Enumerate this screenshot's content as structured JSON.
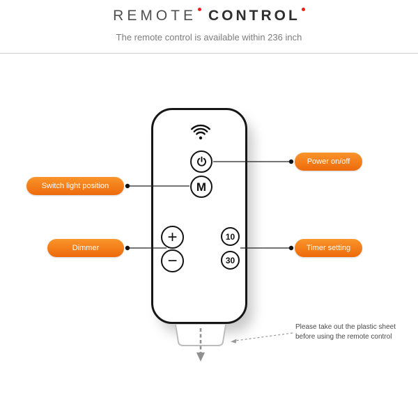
{
  "header": {
    "title_word1": "REMOTE",
    "title_word2": "CONTROL",
    "subtitle": "The remote control is available within 236 inch"
  },
  "callouts": {
    "power": "Power on/off",
    "switch_light": "Switch light position",
    "dimmer": "Dimmer",
    "timer": "Timer setting"
  },
  "remote_buttons": {
    "mode": "M",
    "plus": "+",
    "minus": "−",
    "timer_10": "10",
    "timer_30": "30"
  },
  "icons": {
    "signal": "signal-waves-icon",
    "power": "power-icon",
    "pull_arrow": "down-arrow-icon"
  },
  "note": {
    "line1": "Please take out the plastic sheet",
    "line2": "before using the remote control"
  },
  "colors": {
    "callout_orange": "#f9942b",
    "callout_orange_dark": "#ee6a0c",
    "accent_red": "#e8231a",
    "title_dark": "#2f2f2f"
  }
}
